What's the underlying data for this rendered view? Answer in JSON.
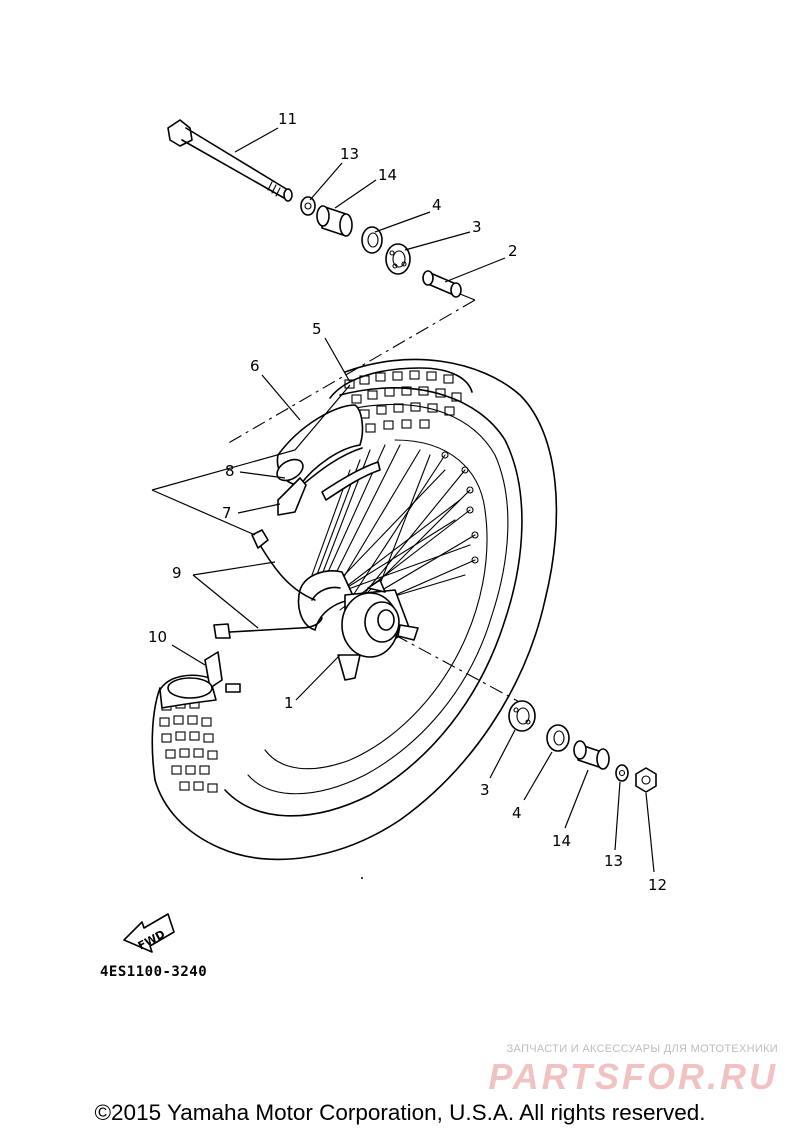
{
  "diagram": {
    "callouts": {
      "c1": "1",
      "c2": "2",
      "c3_top": "3",
      "c4_top": "4",
      "c5": "5",
      "c6": "6",
      "c7": "7",
      "c8": "8",
      "c9": "9",
      "c10": "10",
      "c11": "11",
      "c12": "12",
      "c13_top": "13",
      "c14_top": "14",
      "c3_bottom": "3",
      "c4_bottom": "4",
      "c14_bottom": "14",
      "c13_bottom": "13"
    },
    "fwd_label": "FWD",
    "reference_code": "4ES1100-3240"
  },
  "watermark": {
    "subtitle": "ЗАПЧАСТИ И АКСЕССУАРЫ ДЛЯ МОТОТЕХНИКИ",
    "logo": "PARTSFOR.RU"
  },
  "footer": {
    "copyright": "©2015 Yamaha Motor Corporation, U.S.A. All rights reserved."
  }
}
